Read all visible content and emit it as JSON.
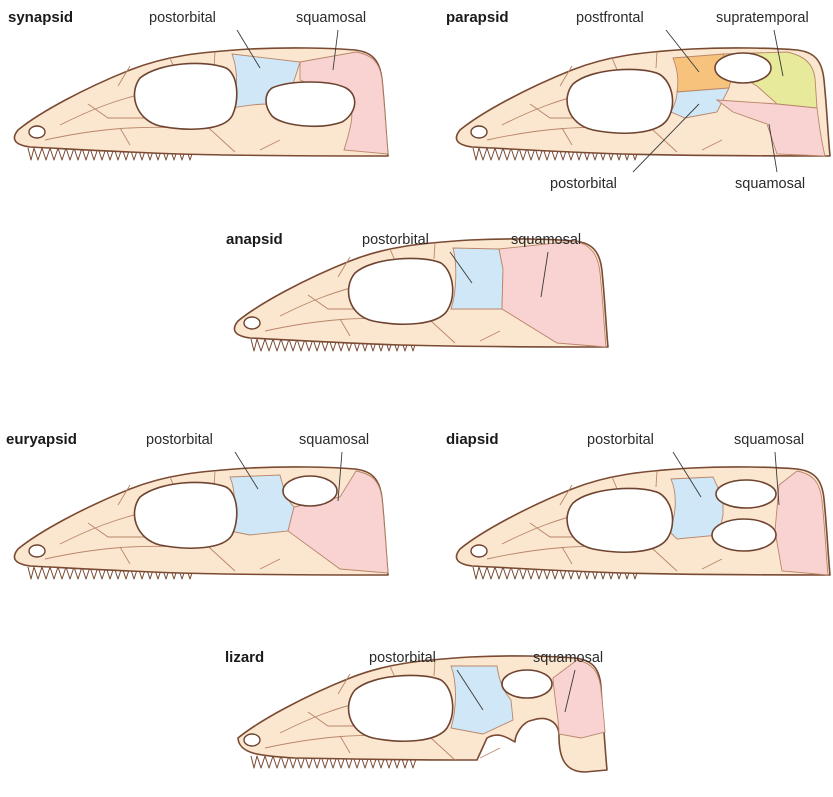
{
  "colors": {
    "skull": "#fbe6cf",
    "outline": "#7a4a33",
    "postorbital": "#cfe7f6",
    "squamosal": "#f9d2d2",
    "postfrontal": "#f6c27c",
    "supratemporal": "#e6ea9a"
  },
  "panels": {
    "synapsid": {
      "title": "synapsid",
      "postorbital": "postorbital",
      "squamosal": "squamosal"
    },
    "parapsid": {
      "title": "parapsid",
      "postfrontal": "postfrontal",
      "supratemporal": "supratemporal",
      "postorbital": "postorbital",
      "squamosal": "squamosal"
    },
    "anapsid": {
      "title": "anapsid",
      "postorbital": "postorbital",
      "squamosal": "squamosal"
    },
    "euryapsid": {
      "title": "euryapsid",
      "postorbital": "postorbital",
      "squamosal": "squamosal"
    },
    "diapsid": {
      "title": "diapsid",
      "postorbital": "postorbital",
      "squamosal": "squamosal"
    },
    "lizard": {
      "title": "lizard",
      "postorbital": "postorbital",
      "squamosal": "squamosal"
    }
  }
}
